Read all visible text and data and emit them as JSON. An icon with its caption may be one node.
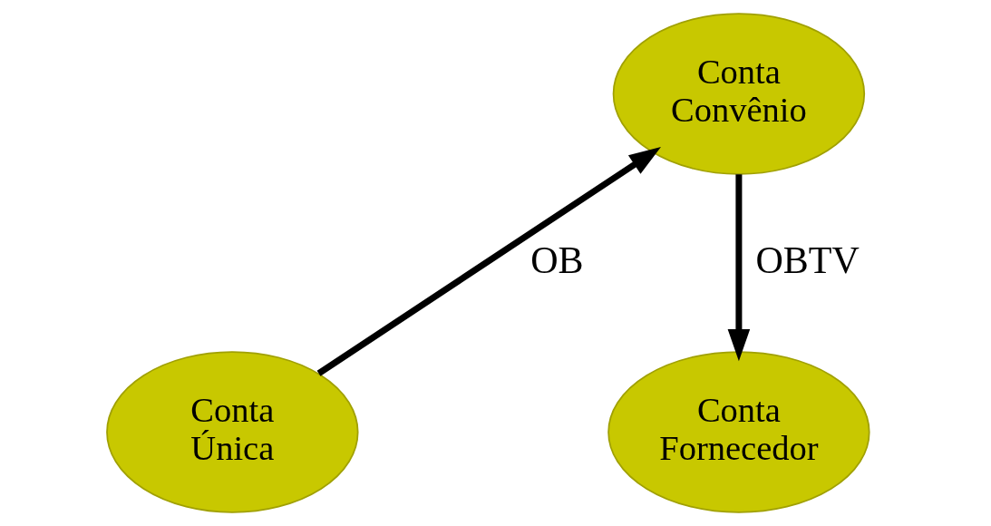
{
  "diagram": {
    "nodes": [
      {
        "text": [
          "Conta Única"
        ]
      },
      {
        "text": [
          "Conta Convênio"
        ]
      },
      {
        "text": [
          "Conta Fornecedor"
        ]
      }
    ],
    "edges": [
      {
        "from": 0,
        "to": 1,
        "arrow": "to",
        "label": "OB"
      },
      {
        "from": 1,
        "to": 2,
        "arrow": "to",
        "label": "OBTV"
      }
    ]
  }
}
